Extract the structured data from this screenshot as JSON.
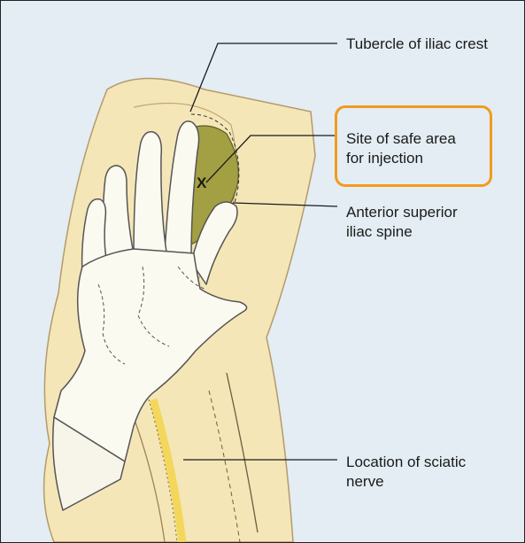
{
  "labels": {
    "tubercle": "Tubercle of iliac crest",
    "site_line1": "Site of safe area",
    "site_line2": "for injection",
    "asis_line1": "Anterior superior",
    "asis_line2": "iliac spine",
    "sciatic_line1": "Location of sciatic",
    "sciatic_line2": "nerve"
  },
  "marker": "X",
  "colors": {
    "background": "#e3edf3",
    "skin": "#f5e6b8",
    "glove": "#fbfaf1",
    "safe_area": "#a2a042",
    "nerve": "#f2d75c",
    "highlight": "#f39a1f"
  }
}
